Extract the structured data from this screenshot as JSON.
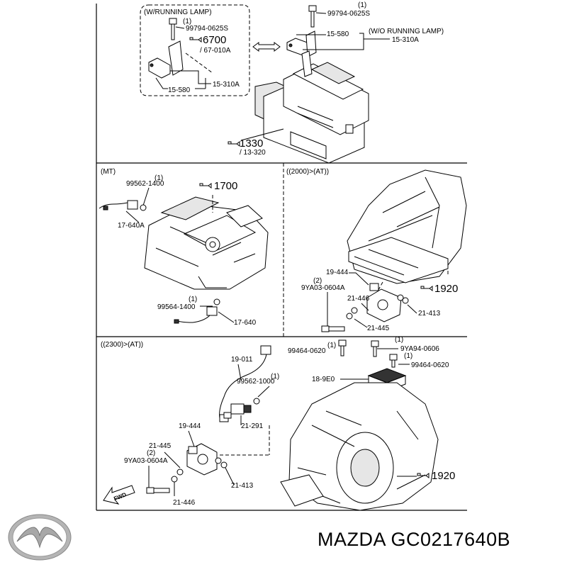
{
  "brand": {
    "text": "MAZDA GC0217640B",
    "logo_name": "mazda-logo"
  },
  "top": {
    "box_title": "(W/RUNNING LAMP)",
    "box_bolt_qty": "(1)",
    "box_bolt_pn": "99794-0625S",
    "box_ref_main": "6700",
    "box_ref_sub": "/ 67-010A",
    "box_580": "15-580",
    "box_310": "15-310A",
    "bolt_qty": "(1)",
    "bolt_pn": "99794-0625S",
    "p580": "15-580",
    "no_lamp": "(W/O RUNNING LAMP)",
    "p310": "15-310A",
    "ref_main": "1330",
    "ref_sub": "/ 13-320"
  },
  "mt": {
    "title": "(MT)",
    "ref": "1700",
    "q1": "(1)",
    "pn1": "99562-1400",
    "sw1": "17-640A",
    "q2": "(1)",
    "pn2": "99564-1400",
    "sw2": "17-640"
  },
  "at2000": {
    "title": "((2000)>(AT))",
    "ref": "1920",
    "p444": "19-444",
    "q": "(2)",
    "pn": "9YA03-0604A",
    "p446": "21-446",
    "p413": "21-413",
    "p445": "21-445"
  },
  "at2300": {
    "title": "((2300)>(AT))",
    "q1": "(1)",
    "pn1": "99464-0620",
    "q2": "(1)",
    "pn2": "9YA94-0606",
    "q3": "(1)",
    "pn3": "99464-0620",
    "p9e0": "18-9E0",
    "p011": "19-011",
    "q4": "(1)",
    "pn4": "99562-1000",
    "p291": "21-291",
    "p444": "19-444",
    "p445": "21-445",
    "q5": "(2)",
    "pn5": "9YA03-0604A",
    "p413": "21-413",
    "p446": "21-446",
    "ref": "1920",
    "fwd": "FWD"
  }
}
